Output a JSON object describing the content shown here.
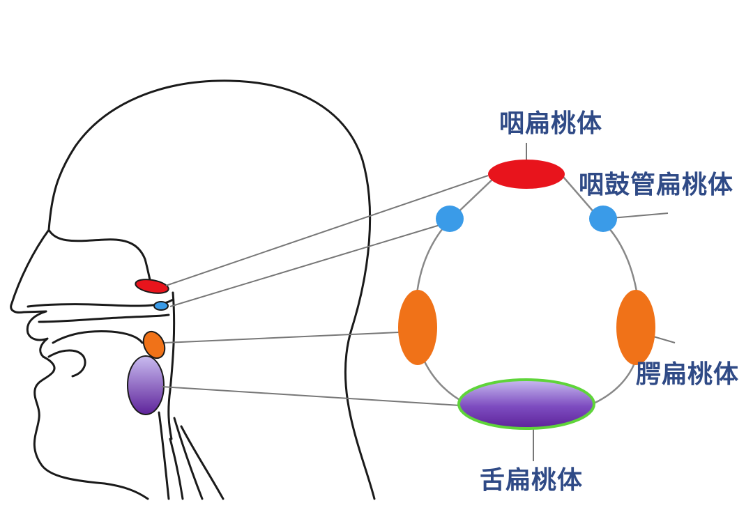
{
  "labels": {
    "pharyngeal_tonsil": "咽扁桃体",
    "tubal_tonsil": "咽鼓管扁桃体",
    "palatine_tonsil": "腭扁桃体",
    "lingual_tonsil": "舌扁桃体"
  },
  "colors": {
    "pharyngeal_tonsil": "#e8141c",
    "tubal_tonsil": "#3a9be8",
    "palatine_tonsil": "#f07218",
    "lingual_tonsil_top": "#b9a6e8",
    "lingual_tonsil_bottom": "#6a2fa4",
    "lingual_tonsil_outline": "#5fd43a",
    "label_text": "#2f4a86",
    "outline": "#1a1a1a",
    "ring_line": "#888888",
    "leader_line": "#777777"
  },
  "icons": {
    "head": "head-profile-outline",
    "ring": "tonsil-ring-diagram"
  }
}
